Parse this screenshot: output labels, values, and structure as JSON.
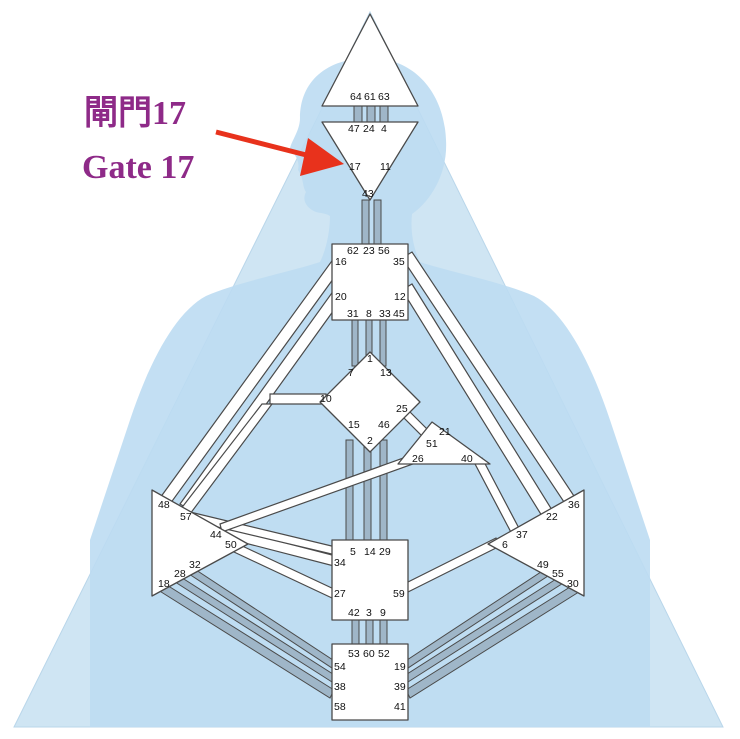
{
  "annotation": {
    "label_cn": "閘門17",
    "label_en": "Gate 17",
    "arrow_color": "#e8321c",
    "label_color": "#8e2a88"
  },
  "colors": {
    "background_triangle": "#cfe5f3",
    "body_silhouette": "#bcdcf2",
    "centers": "#ffffff",
    "outline": "#4a4a4a"
  },
  "gates": {
    "head": [
      "64",
      "61",
      "63"
    ],
    "ajna_top": [
      "47",
      "24",
      "4"
    ],
    "ajna_side": [
      "17",
      "11"
    ],
    "ajna_bottom": [
      "43"
    ],
    "throat_top": [
      "62",
      "23",
      "56"
    ],
    "throat_sides": [
      "16",
      "35",
      "20",
      "12"
    ],
    "throat_bottom": [
      "31",
      "8",
      "33",
      "45"
    ],
    "g_center": [
      "1",
      "7",
      "13",
      "10",
      "25",
      "15",
      "46",
      "2"
    ],
    "ego": [
      "21",
      "51",
      "26",
      "40"
    ],
    "spleen": [
      "48",
      "57",
      "44",
      "50",
      "32",
      "28",
      "18"
    ],
    "solar_plexus": [
      "36",
      "22",
      "37",
      "6",
      "49",
      "55",
      "30"
    ],
    "sacral": [
      "5",
      "14",
      "29",
      "34",
      "27",
      "42",
      "3",
      "9",
      "59"
    ],
    "root": [
      "53",
      "60",
      "52",
      "54",
      "38",
      "58",
      "19",
      "39",
      "41"
    ]
  }
}
